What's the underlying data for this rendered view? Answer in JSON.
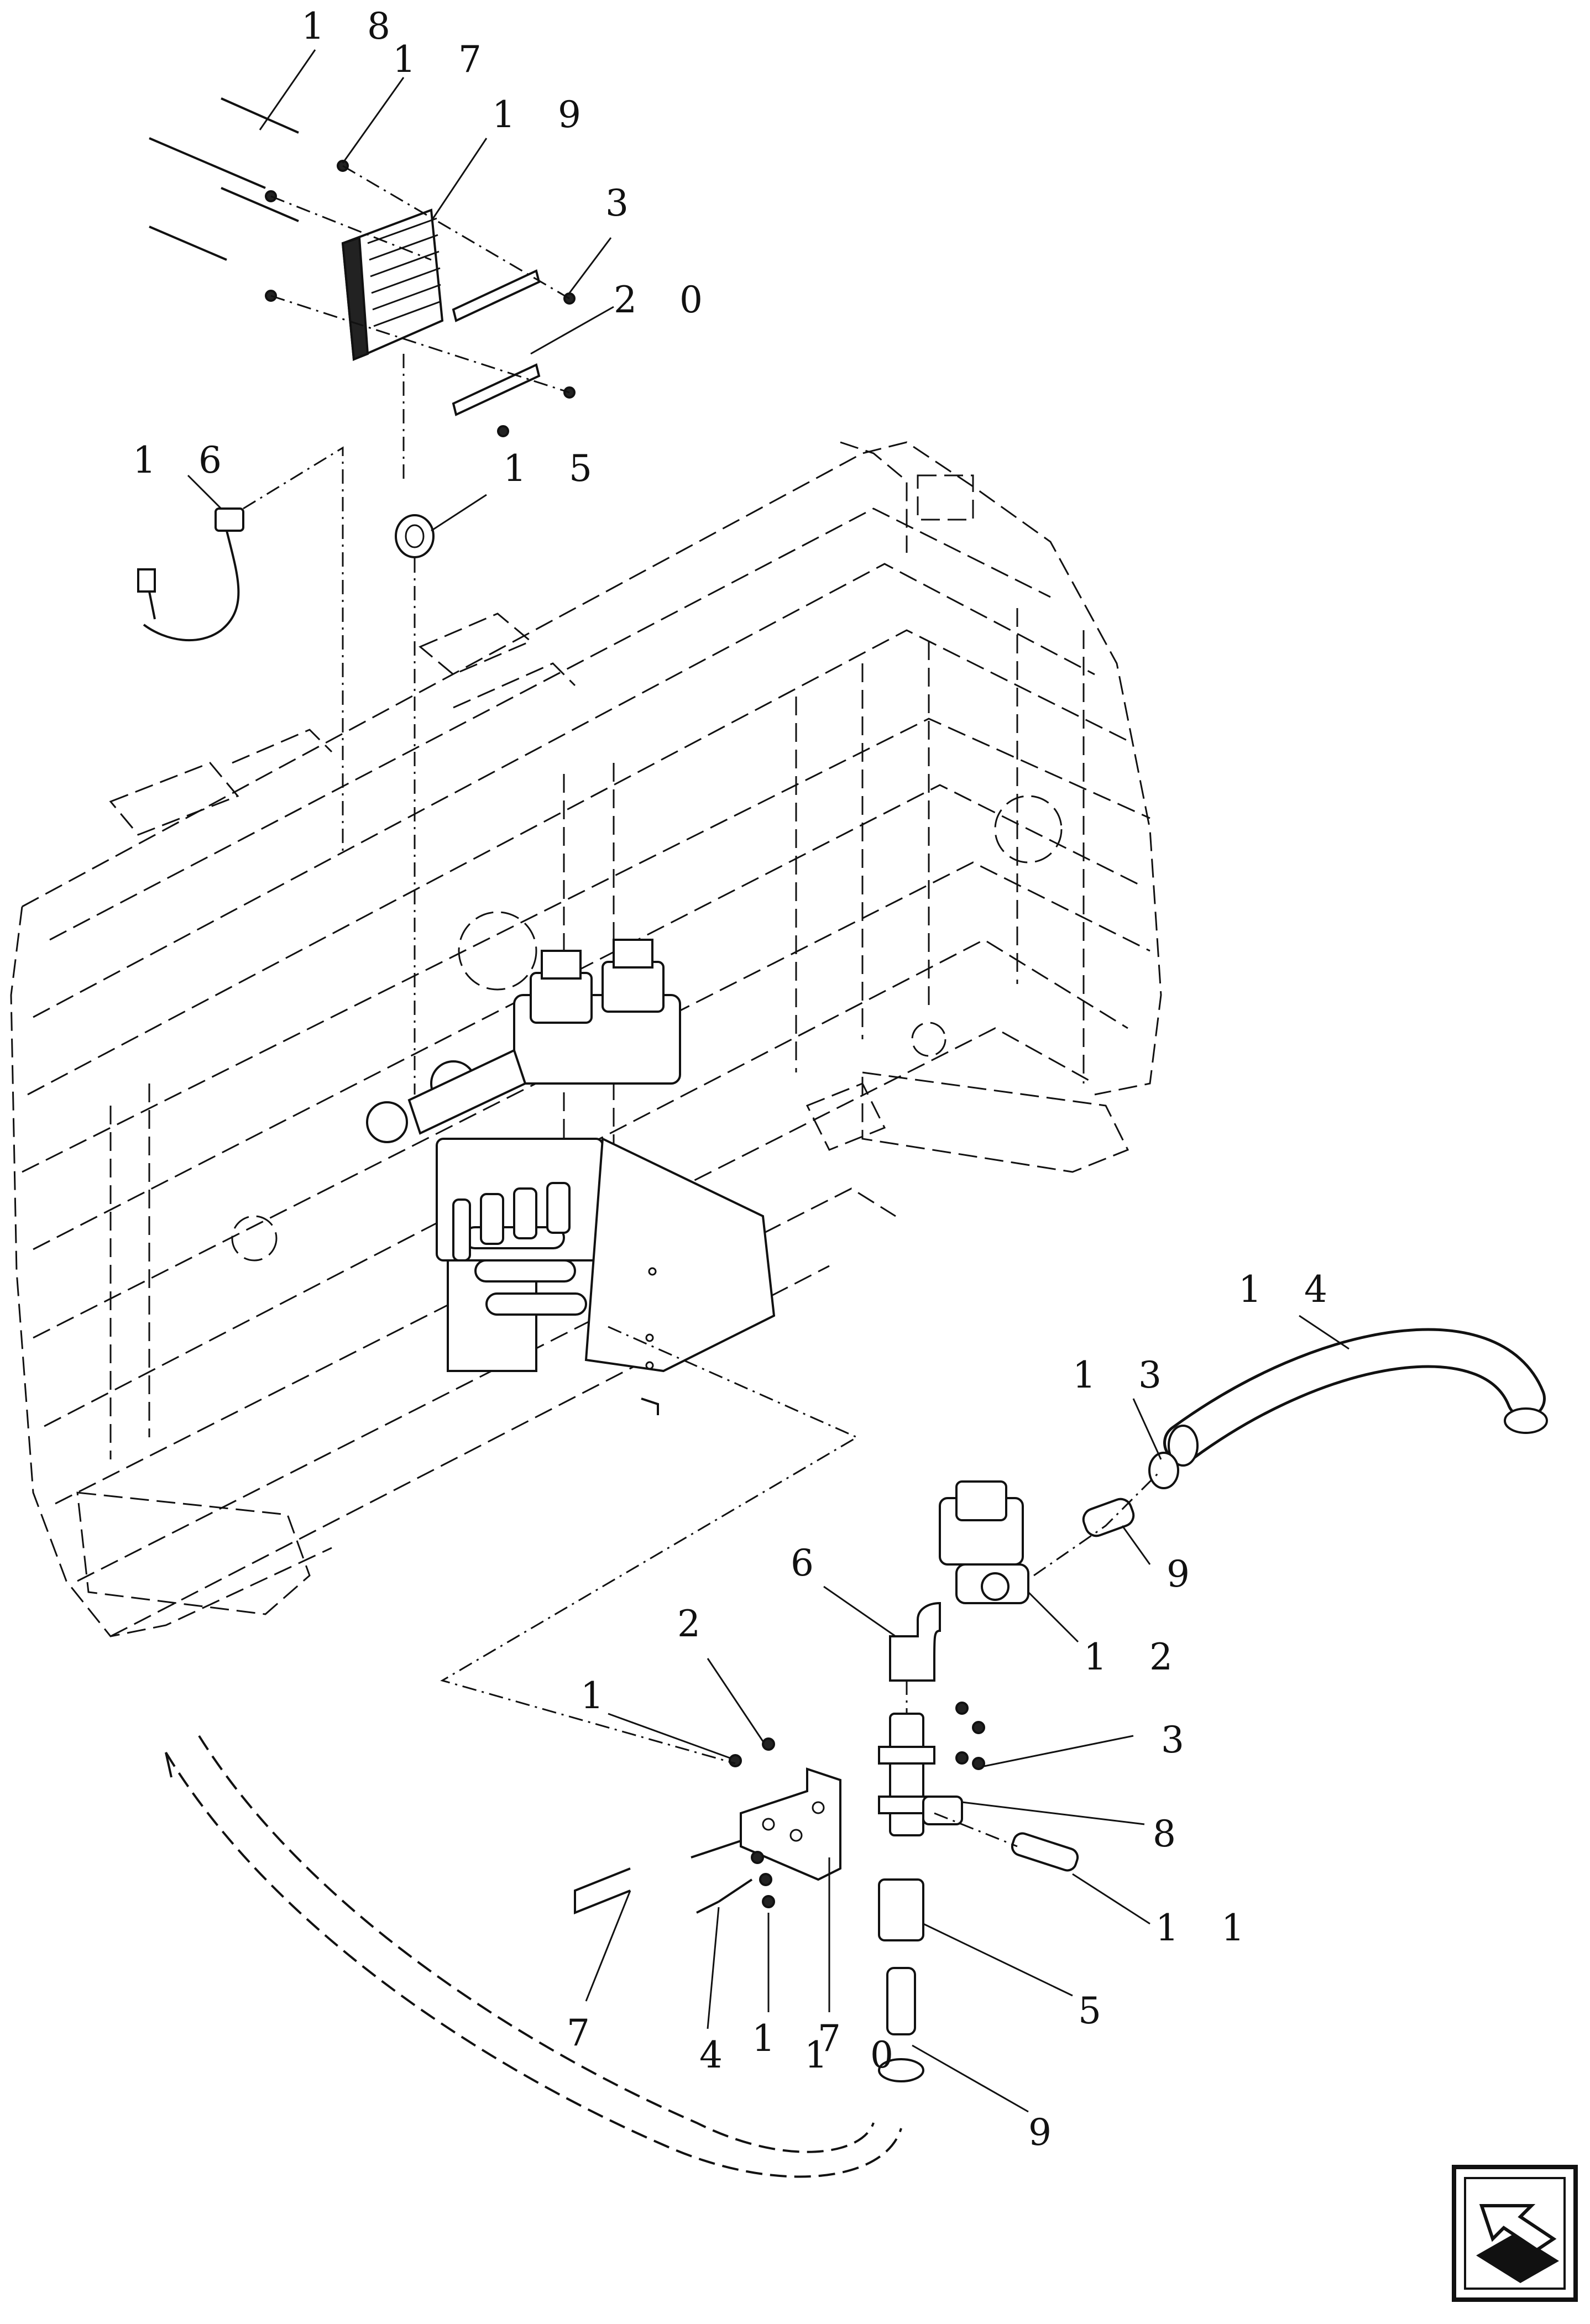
{
  "diagram": {
    "callouts": [
      {
        "id": "c18a",
        "label": "1 8"
      },
      {
        "id": "c17a",
        "label": "1 7"
      },
      {
        "id": "c19",
        "label": "1 9"
      },
      {
        "id": "c3a",
        "label": "3"
      },
      {
        "id": "c20",
        "label": "2 0"
      },
      {
        "id": "c16",
        "label": "1 6"
      },
      {
        "id": "c15",
        "label": "1 5"
      },
      {
        "id": "c14",
        "label": "1 4"
      },
      {
        "id": "c13",
        "label": "1 3"
      },
      {
        "id": "c9a",
        "label": "9"
      },
      {
        "id": "c6",
        "label": "6"
      },
      {
        "id": "c12",
        "label": "1 2"
      },
      {
        "id": "c2",
        "label": "2"
      },
      {
        "id": "c1",
        "label": "1"
      },
      {
        "id": "c3b",
        "label": "3"
      },
      {
        "id": "c8",
        "label": "8"
      },
      {
        "id": "c11",
        "label": "1 1"
      },
      {
        "id": "c5",
        "label": "5"
      },
      {
        "id": "c7",
        "label": "7"
      },
      {
        "id": "c4",
        "label": "4"
      },
      {
        "id": "c17b",
        "label": "1 7"
      },
      {
        "id": "c10",
        "label": "1 0"
      },
      {
        "id": "c9b",
        "label": "9"
      }
    ],
    "nav_icon": "back-arrow-box-icon"
  }
}
